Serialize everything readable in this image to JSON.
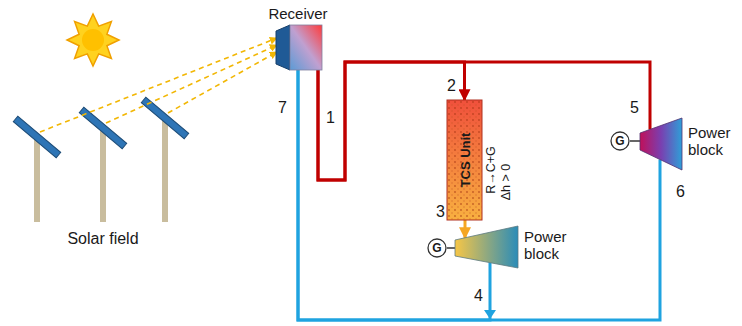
{
  "diagram": {
    "nodes": [
      {
        "text": [
          "Solar field"
        ]
      },
      {
        "text": [
          "Receiver"
        ]
      },
      {
        "text": [
          "TCS Unit",
          "R→C+G",
          "Δh > 0"
        ]
      },
      {
        "text": [
          "G"
        ]
      },
      {
        "text": [
          "Power block"
        ]
      },
      {
        "text": [
          "G"
        ]
      },
      {
        "text": [
          "Power block"
        ]
      }
    ],
    "edges": [
      {
        "from": 0,
        "to": 1,
        "arrow": "to"
      },
      {
        "from": 1,
        "to": 2,
        "arrow": "to"
      },
      {
        "from": 1,
        "to": 6,
        "arrow": "none"
      },
      {
        "from": 2,
        "to": 4,
        "arrow": "to"
      },
      {
        "from": 4,
        "to": 1,
        "arrow": "to"
      },
      {
        "from": 6,
        "to": 1,
        "arrow": "none"
      },
      {
        "from": 3,
        "to": 4,
        "arrow": "none"
      },
      {
        "from": 5,
        "to": 6,
        "arrow": "none"
      }
    ],
    "labels": [
      "1",
      "2",
      "3",
      "4",
      "5",
      "6",
      "7"
    ]
  }
}
